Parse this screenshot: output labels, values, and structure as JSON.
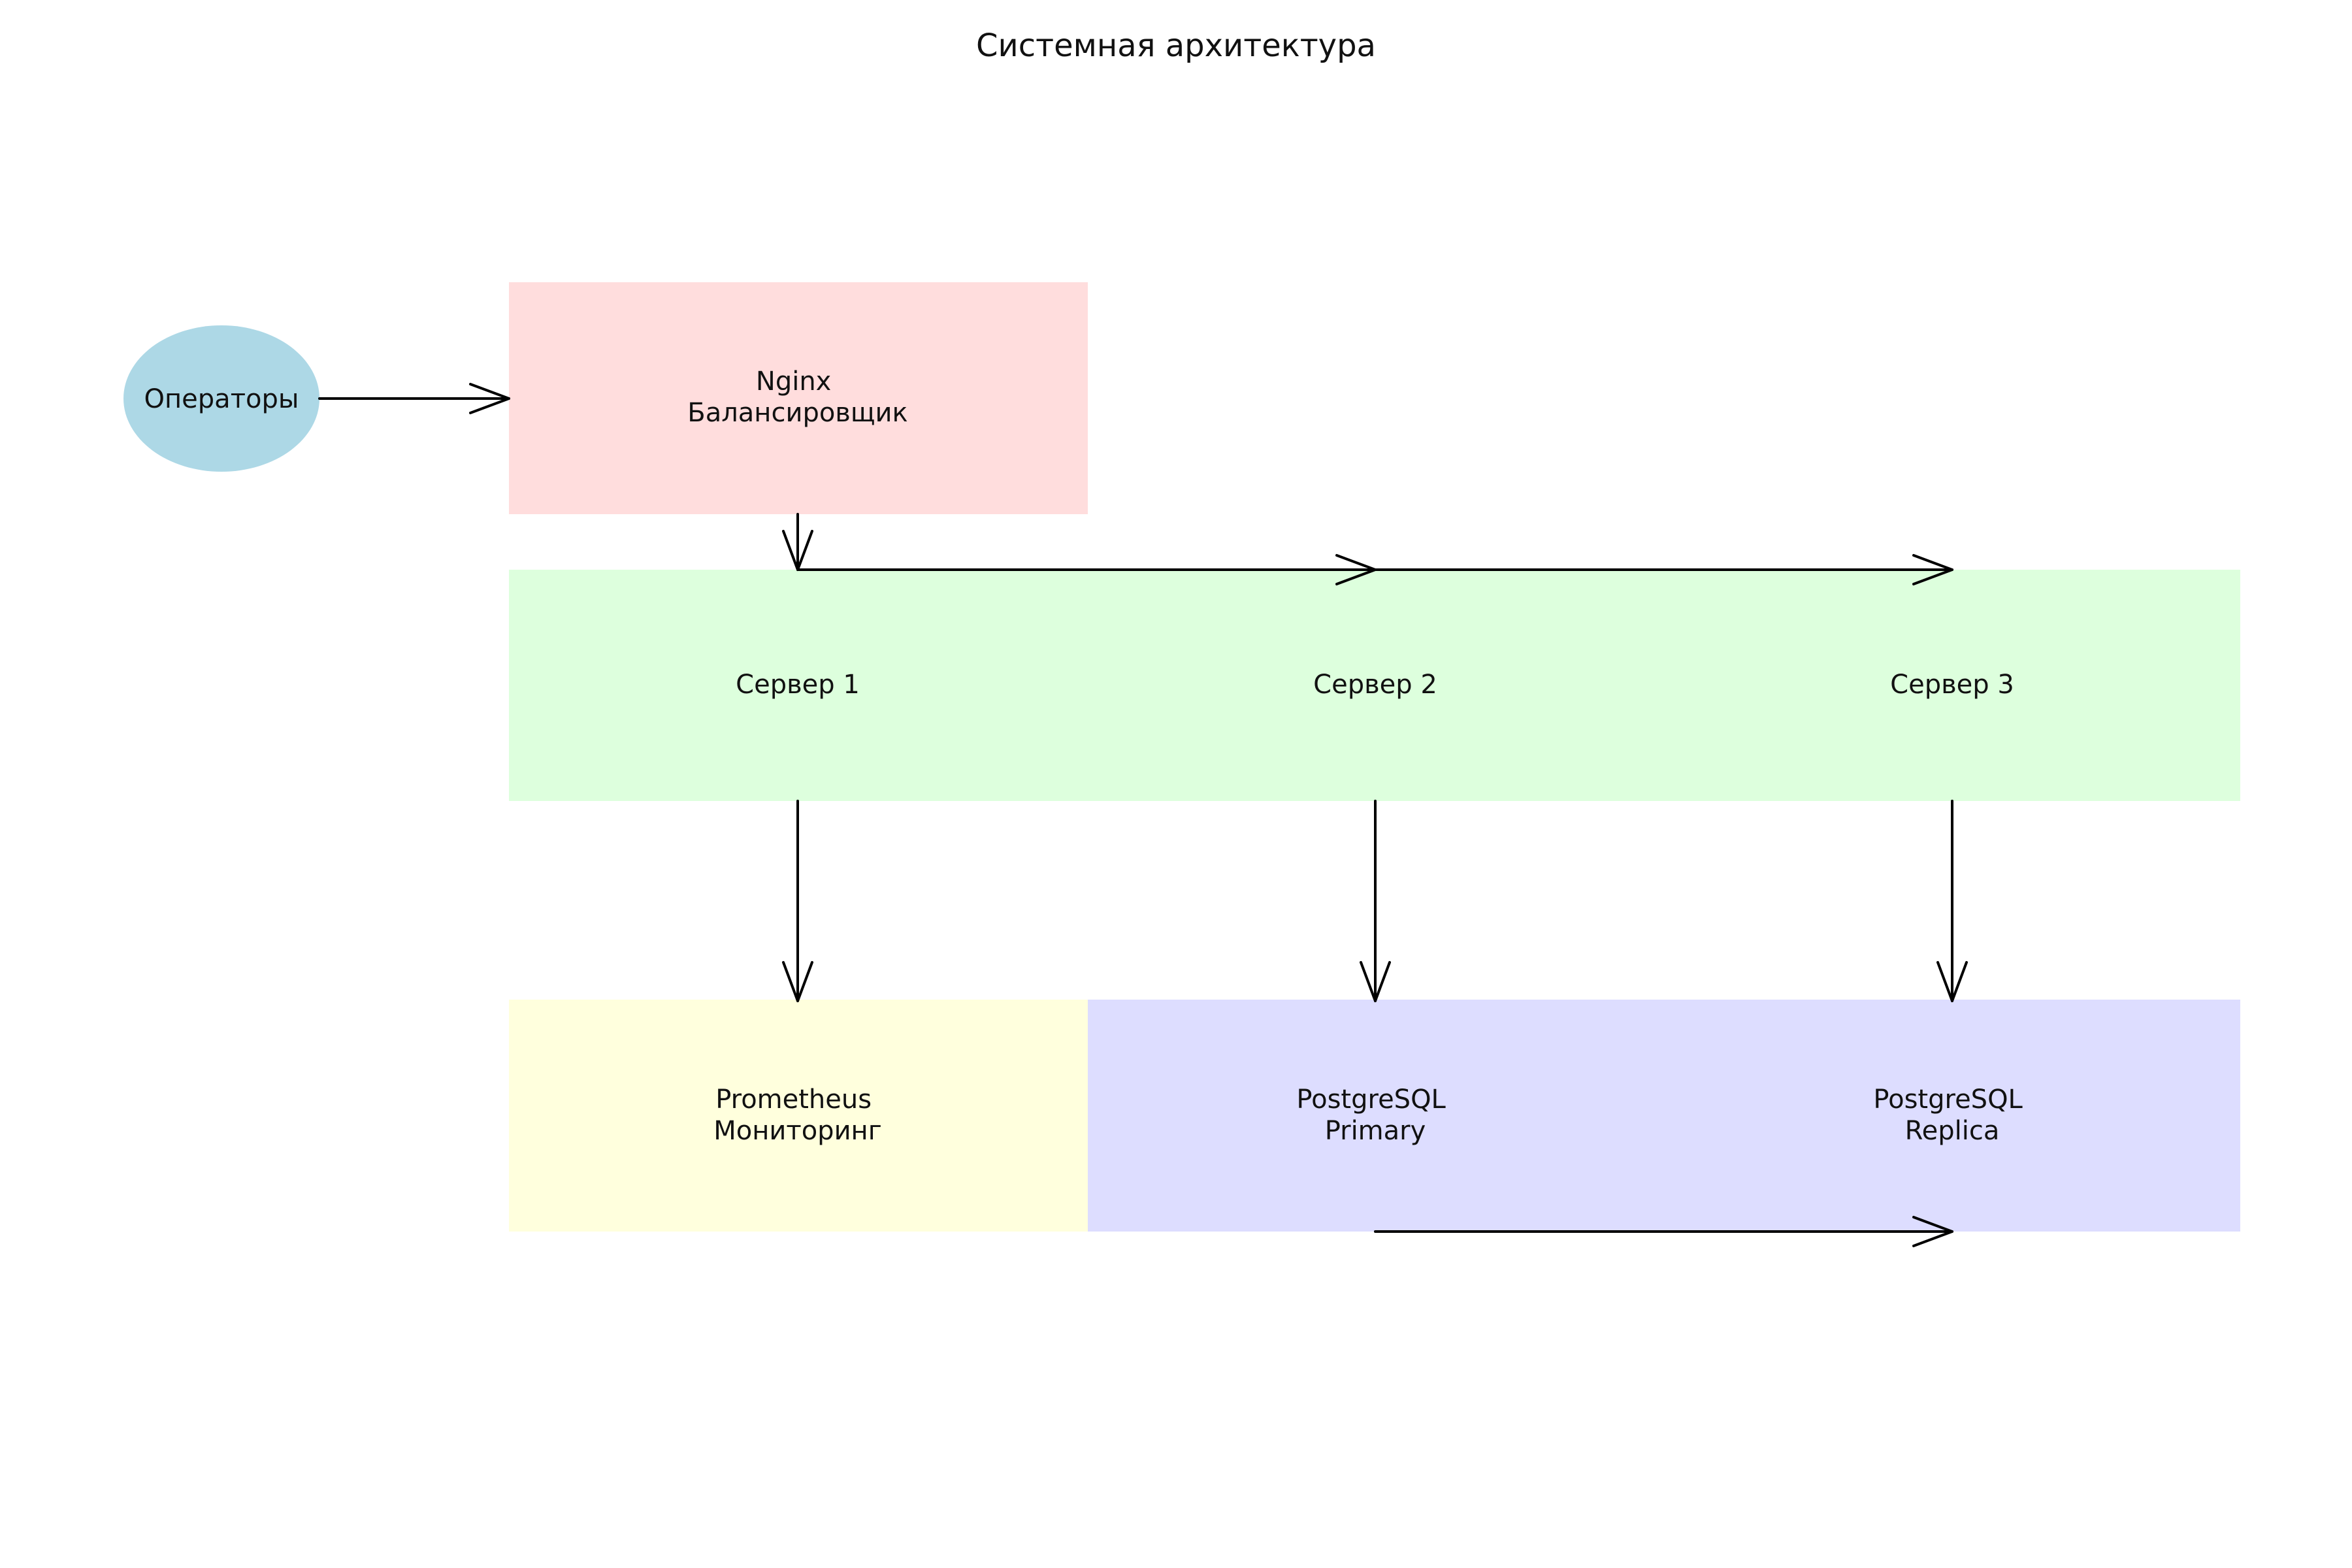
{
  "diagram": {
    "title": "Системная архитектура",
    "nodes": {
      "operators": {
        "label": "Операторы",
        "color": "#add8e6"
      },
      "nginx": {
        "lines": [
          "Nginx",
          "Балансировщик"
        ],
        "color": "#ffdddd"
      },
      "server_tier": {
        "color": "#ddffdd"
      },
      "server1": {
        "label": "Сервер 1"
      },
      "server2": {
        "label": "Сервер 2"
      },
      "server3": {
        "label": "Сервер 3"
      },
      "prometheus": {
        "lines": [
          "Prometheus",
          "Мониторинг"
        ],
        "color": "#ffffdd"
      },
      "db_tier": {
        "color": "#ddddff"
      },
      "pg_primary": {
        "lines": [
          "PostgreSQL",
          "Primary"
        ]
      },
      "pg_replica": {
        "lines": [
          "PostgreSQL",
          "Replica"
        ]
      }
    },
    "edges": [
      {
        "from": "operators",
        "to": "nginx"
      },
      {
        "from": "nginx",
        "to": "server1"
      },
      {
        "from": "nginx",
        "to": "server2"
      },
      {
        "from": "nginx",
        "to": "server3"
      },
      {
        "from": "server1",
        "to": "prometheus"
      },
      {
        "from": "server2",
        "to": "pg_primary"
      },
      {
        "from": "server3",
        "to": "pg_replica"
      },
      {
        "from": "pg_primary",
        "to": "pg_replica"
      }
    ]
  }
}
